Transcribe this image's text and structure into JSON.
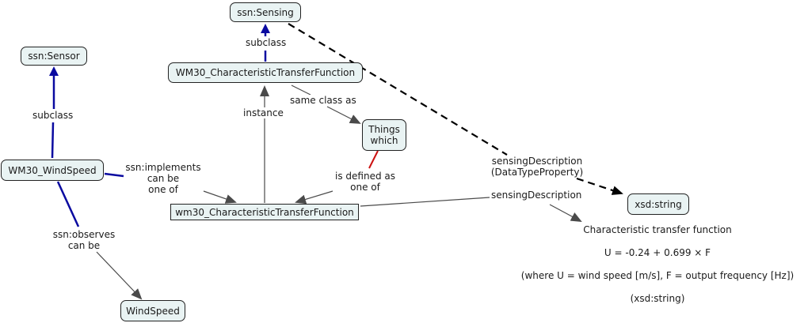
{
  "colors": {
    "node_fill": "#e9f3f3",
    "node_border": "#222222",
    "subclass_link": "#0a0aa0",
    "plain_link": "#555555",
    "red_link": "#cc1111",
    "dashed_link": "#000000"
  },
  "nodes": {
    "ssn_sensor": "ssn:Sensor",
    "ssn_sensing": "ssn:Sensing",
    "wm30_ctf_class": "WM30_CharacteristicTransferFunction",
    "things_which": [
      "Things",
      "which"
    ],
    "wm30_windspeed": "WM30_WindSpeed",
    "wm30_ctf_instance": "wm30_CharacteristicTransferFunction",
    "xsd_string": "xsd:string",
    "windspeed": "WindSpeed"
  },
  "links": {
    "subclass_sensor": "subclass",
    "subclass_sensing": "subclass",
    "instance": "instance",
    "same_class_as": "same class as",
    "implements": [
      "ssn:implements",
      "can be",
      "one of"
    ],
    "defined_as": [
      "is defined as",
      "one of"
    ],
    "observes": [
      "ssn:observes",
      "can be"
    ],
    "sensing_desc_dt": [
      "sensingDescription",
      "(DataTypeProperty)"
    ],
    "sensing_desc": "sensingDescription"
  },
  "literal": {
    "line1": "Characteristic transfer function",
    "line2": "U = -0.24 + 0.699 × F",
    "line3": "(where U = wind speed [m/s], F = output frequency [Hz])",
    "line4": "(xsd:string)"
  }
}
